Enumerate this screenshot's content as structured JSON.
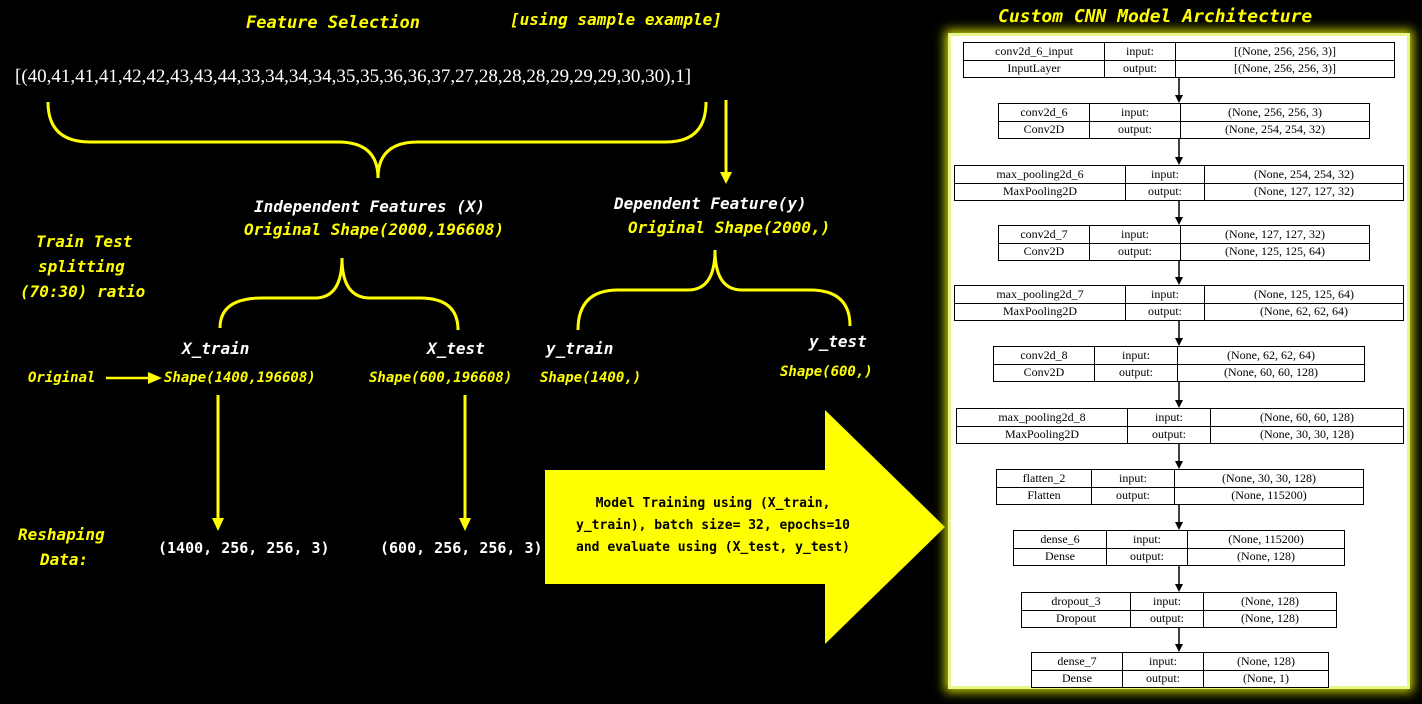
{
  "left": {
    "feature_selection": "Feature Selection",
    "sample_note": "[using sample example]",
    "sample_vector": "[(40,41,41,41,42,42,43,43,44,33,34,34,34,35,35,36,36,37,27,28,28,28,29,29,29,30,30),1]",
    "independent_title": "Independent Features  (X)",
    "independent_shape": "Original Shape(2000,196608)",
    "dependent_title": "Dependent Feature(y)",
    "dependent_shape": "Original Shape(2000,)",
    "split_line1": "Train Test",
    "split_line2": "splitting",
    "split_line3": "(70:30) ratio",
    "x_train": "X_train",
    "x_test": "X_test",
    "y_train": "y_train",
    "y_test": "y_test",
    "original": "Original",
    "x_train_shape": "Shape(1400,196608)",
    "x_test_shape": "Shape(600,196608)",
    "y_train_shape": "Shape(1400,)",
    "y_test_shape": "Shape(600,)",
    "reshaping_line1": "Reshaping",
    "reshaping_line2": "Data:",
    "x_train_reshaped": "(1400, 256, 256, 3)",
    "x_test_reshaped": "(600, 256, 256, 3)",
    "training_line1": "Model Training using (X_train,",
    "training_line2": "y_train), batch size= 32, epochs=10",
    "training_line3": "and evaluate using (X_test, y_test)"
  },
  "architecture": {
    "title": "Custom CNN Model Architecture",
    "layers": [
      {
        "name": "conv2d_6_input",
        "type": "InputLayer",
        "in_label": "input:",
        "out_label": "output:",
        "input": "[(None, 256, 256, 3)]",
        "output": "[(None, 256, 256, 3)]"
      },
      {
        "name": "conv2d_6",
        "type": "Conv2D",
        "in_label": "input:",
        "out_label": "output:",
        "input": "(None, 256, 256, 3)",
        "output": "(None, 254, 254, 32)"
      },
      {
        "name": "max_pooling2d_6",
        "type": "MaxPooling2D",
        "in_label": "input:",
        "out_label": "output:",
        "input": "(None, 254, 254, 32)",
        "output": "(None, 127, 127, 32)"
      },
      {
        "name": "conv2d_7",
        "type": "Conv2D",
        "in_label": "input:",
        "out_label": "output:",
        "input": "(None, 127, 127, 32)",
        "output": "(None, 125, 125, 64)"
      },
      {
        "name": "max_pooling2d_7",
        "type": "MaxPooling2D",
        "in_label": "input:",
        "out_label": "output:",
        "input": "(None, 125, 125, 64)",
        "output": "(None, 62, 62, 64)"
      },
      {
        "name": "conv2d_8",
        "type": "Conv2D",
        "in_label": "input:",
        "out_label": "output:",
        "input": "(None, 62, 62, 64)",
        "output": "(None, 60, 60, 128)"
      },
      {
        "name": "max_pooling2d_8",
        "type": "MaxPooling2D",
        "in_label": "input:",
        "out_label": "output:",
        "input": "(None, 60, 60, 128)",
        "output": "(None, 30, 30, 128)"
      },
      {
        "name": "flatten_2",
        "type": "Flatten",
        "in_label": "input:",
        "out_label": "output:",
        "input": "(None, 30, 30, 128)",
        "output": "(None, 115200)"
      },
      {
        "name": "dense_6",
        "type": "Dense",
        "in_label": "input:",
        "out_label": "output:",
        "input": "(None, 115200)",
        "output": "(None, 128)"
      },
      {
        "name": "dropout_3",
        "type": "Dropout",
        "in_label": "input:",
        "out_label": "output:",
        "input": "(None, 128)",
        "output": "(None, 128)"
      },
      {
        "name": "dense_7",
        "type": "Dense",
        "in_label": "input:",
        "out_label": "output:",
        "input": "(None, 128)",
        "output": "(None, 1)"
      }
    ]
  },
  "colors": {
    "background": "#000000",
    "accent_yellow": "#ffff00",
    "panel_glow": "#c8d200"
  }
}
